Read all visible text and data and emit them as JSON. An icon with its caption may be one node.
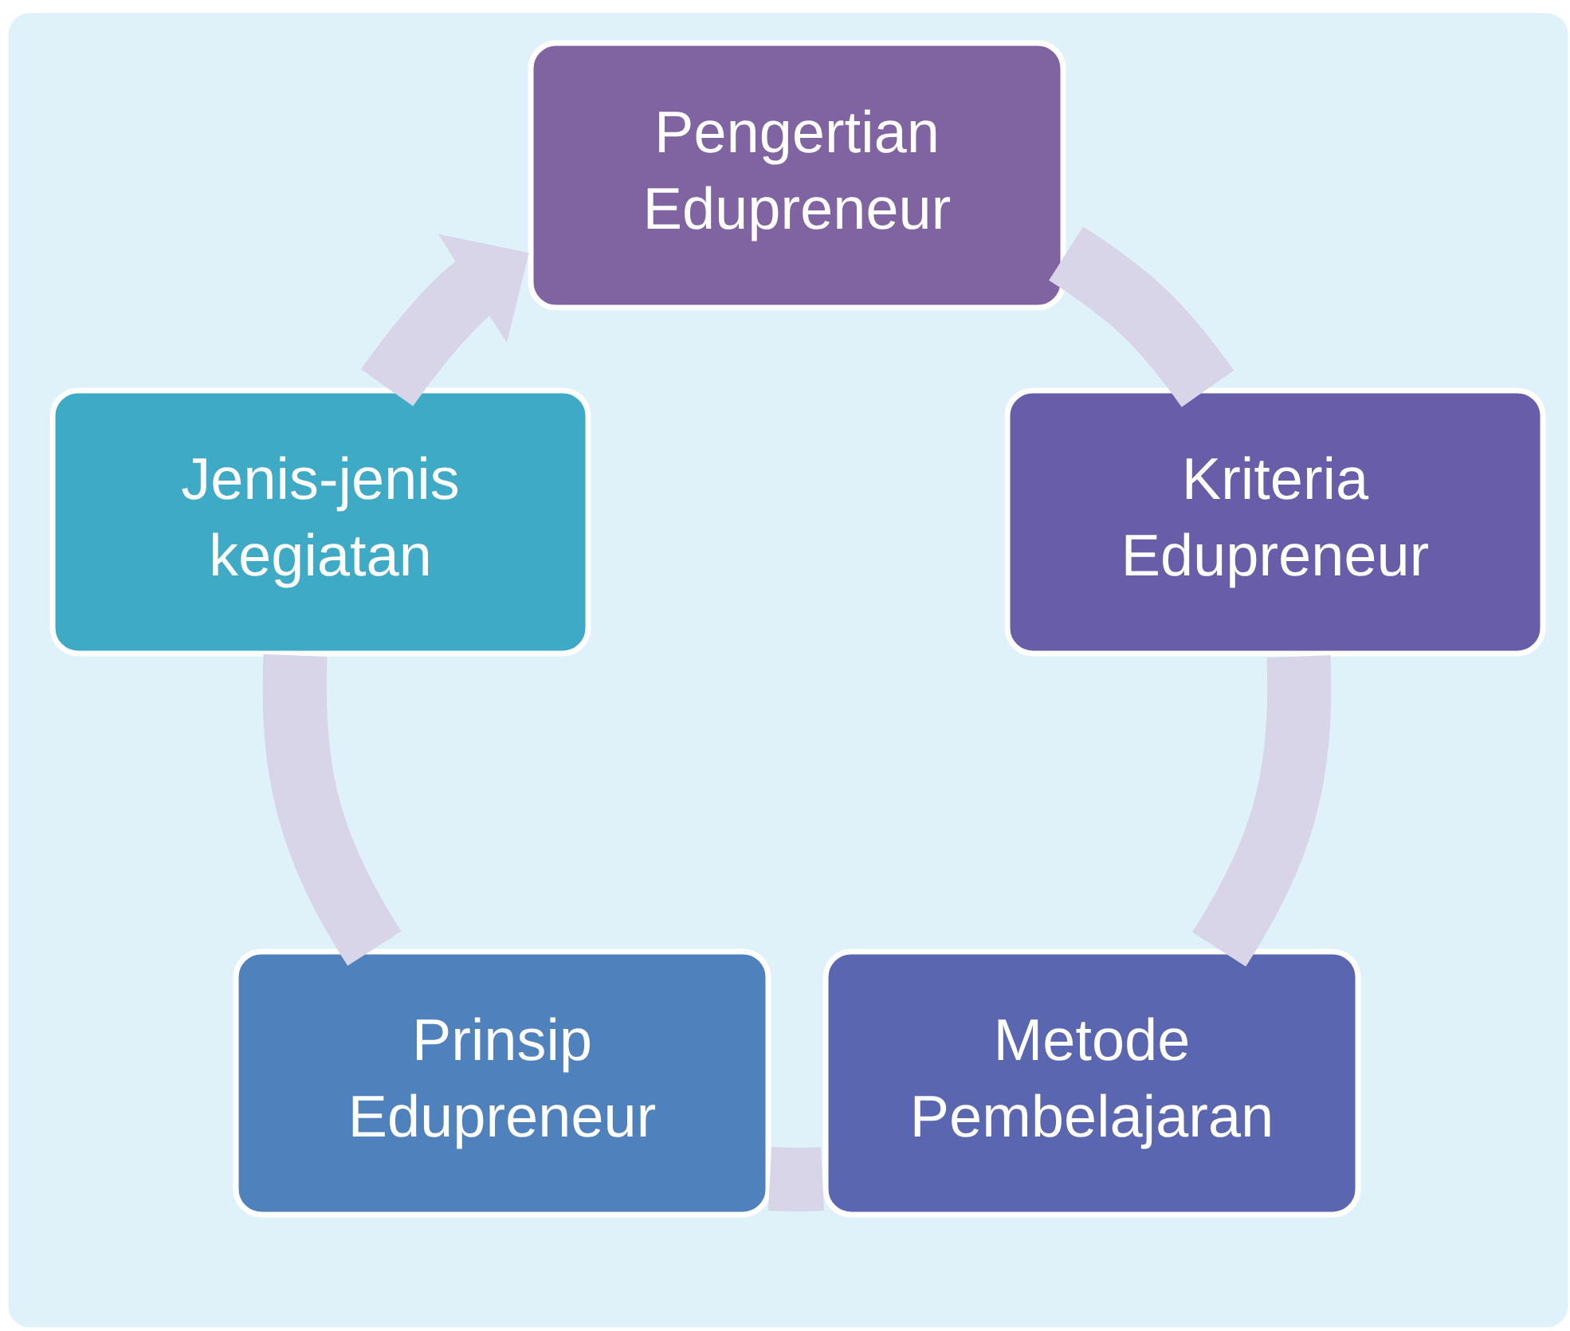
{
  "diagram": {
    "nodes": [
      {
        "text": [
          "Pengertian Edupreneur"
        ]
      },
      {
        "text": [
          "Kriteria Edupreneur"
        ]
      },
      {
        "text": [
          "Metode Pembelajaran"
        ]
      },
      {
        "text": [
          "Prinsip Edupreneur"
        ]
      },
      {
        "text": [
          "Jenis-jenis kegiatan"
        ]
      }
    ],
    "edges": [
      {
        "from": 0,
        "to": 1,
        "arrow": "none"
      },
      {
        "from": 1,
        "to": 2,
        "arrow": "none"
      },
      {
        "from": 2,
        "to": 3,
        "arrow": "none"
      },
      {
        "from": 3,
        "to": 4,
        "arrow": "none"
      },
      {
        "from": 4,
        "to": 0,
        "arrow": "to"
      }
    ]
  }
}
